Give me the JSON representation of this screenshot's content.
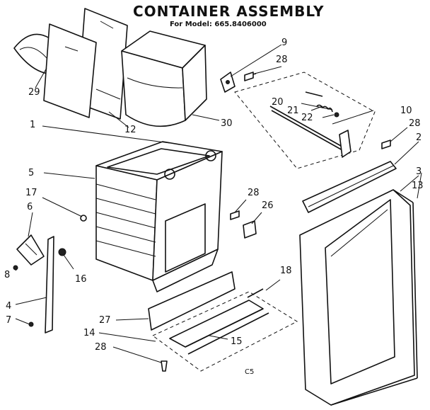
{
  "title": "CONTAINER ASSEMBLY",
  "subtitle": "For Model: 665.8406000",
  "code": "C5",
  "callouts": {
    "c1": "1",
    "c2": "2",
    "c3": "3",
    "c4": "4",
    "c5": "5",
    "c6": "6",
    "c7": "7",
    "c8": "8",
    "c9": "9",
    "c10": "10",
    "c12": "12",
    "c13": "13",
    "c14": "14",
    "c15": "15",
    "c16": "16",
    "c17": "17",
    "c18": "18",
    "c20": "20",
    "c21": "21",
    "c22": "22",
    "c26": "26",
    "c27": "27",
    "c28a": "28",
    "c28b": "28",
    "c28c": "28",
    "c28d": "28",
    "c29": "29",
    "c30": "30"
  }
}
